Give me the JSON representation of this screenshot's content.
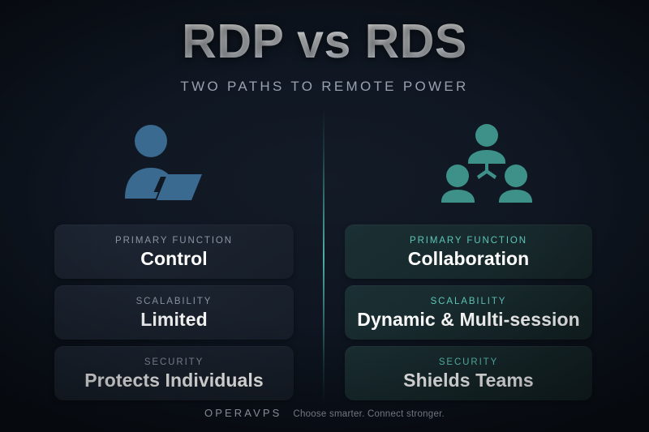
{
  "header": {
    "title": "RDP vs RDS",
    "subtitle": "TWO PATHS TO REMOTE POWER"
  },
  "columns": [
    {
      "side": "left",
      "icon": "person-at-laptop-icon",
      "icon_color": "#3a6a8f",
      "accent_color": "#8b95a3",
      "rows": [
        {
          "label": "PRIMARY FUNCTION",
          "value": "Control"
        },
        {
          "label": "SCALABILITY",
          "value": "Limited"
        },
        {
          "label": "SECURITY",
          "value": "Protects Individuals"
        }
      ]
    },
    {
      "side": "right",
      "icon": "team-network-icon",
      "icon_color": "#3d9188",
      "accent_color": "#5ec6b8",
      "rows": [
        {
          "label": "PRIMARY FUNCTION",
          "value": "Collaboration"
        },
        {
          "label": "SCALABILITY",
          "value": "Dynamic & Multi-session"
        },
        {
          "label": "SECURITY",
          "value": "Shields Teams"
        }
      ]
    }
  ],
  "footer": {
    "brand": "OPERAVPS",
    "tagline": "Choose smarter. Connect stronger."
  },
  "theme": {
    "background": "#0d131d",
    "divider_color": "#5ac8ba",
    "left_card_bg": "#1b2330",
    "right_card_bg": "#16282a",
    "value_color": "#ffffff"
  }
}
